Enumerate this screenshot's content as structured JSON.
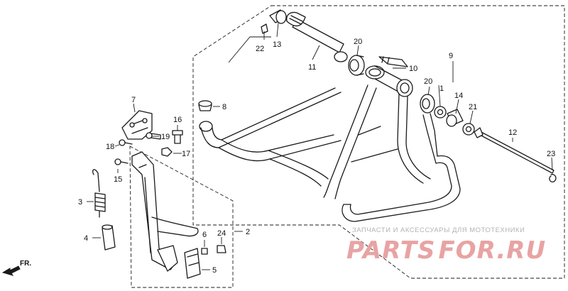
{
  "diagram": {
    "part_numbers": {
      "p1": "1",
      "p2": "2",
      "p3": "3",
      "p4": "4",
      "p5": "5",
      "p6": "6",
      "p7": "7",
      "p8": "8",
      "p9": "9",
      "p10": "10",
      "p11": "11",
      "p12": "12",
      "p13": "13",
      "p14": "14",
      "p15": "15",
      "p16": "16",
      "p17": "17",
      "p18": "18",
      "p19": "19",
      "p20a": "20",
      "p20b": "20",
      "p21": "21",
      "p22": "22",
      "p23": "23",
      "p24": "24"
    },
    "direction_label": "FR."
  },
  "watermark": {
    "subtitle": "ЗАПЧАСТИ И АКСЕССУАРЫ ДЛЯ МОТОТЕХНИКИ",
    "brand_part1": "PARTS",
    "brand_part2": "FOR.RU",
    "brand_color": "#e8a3a3"
  }
}
